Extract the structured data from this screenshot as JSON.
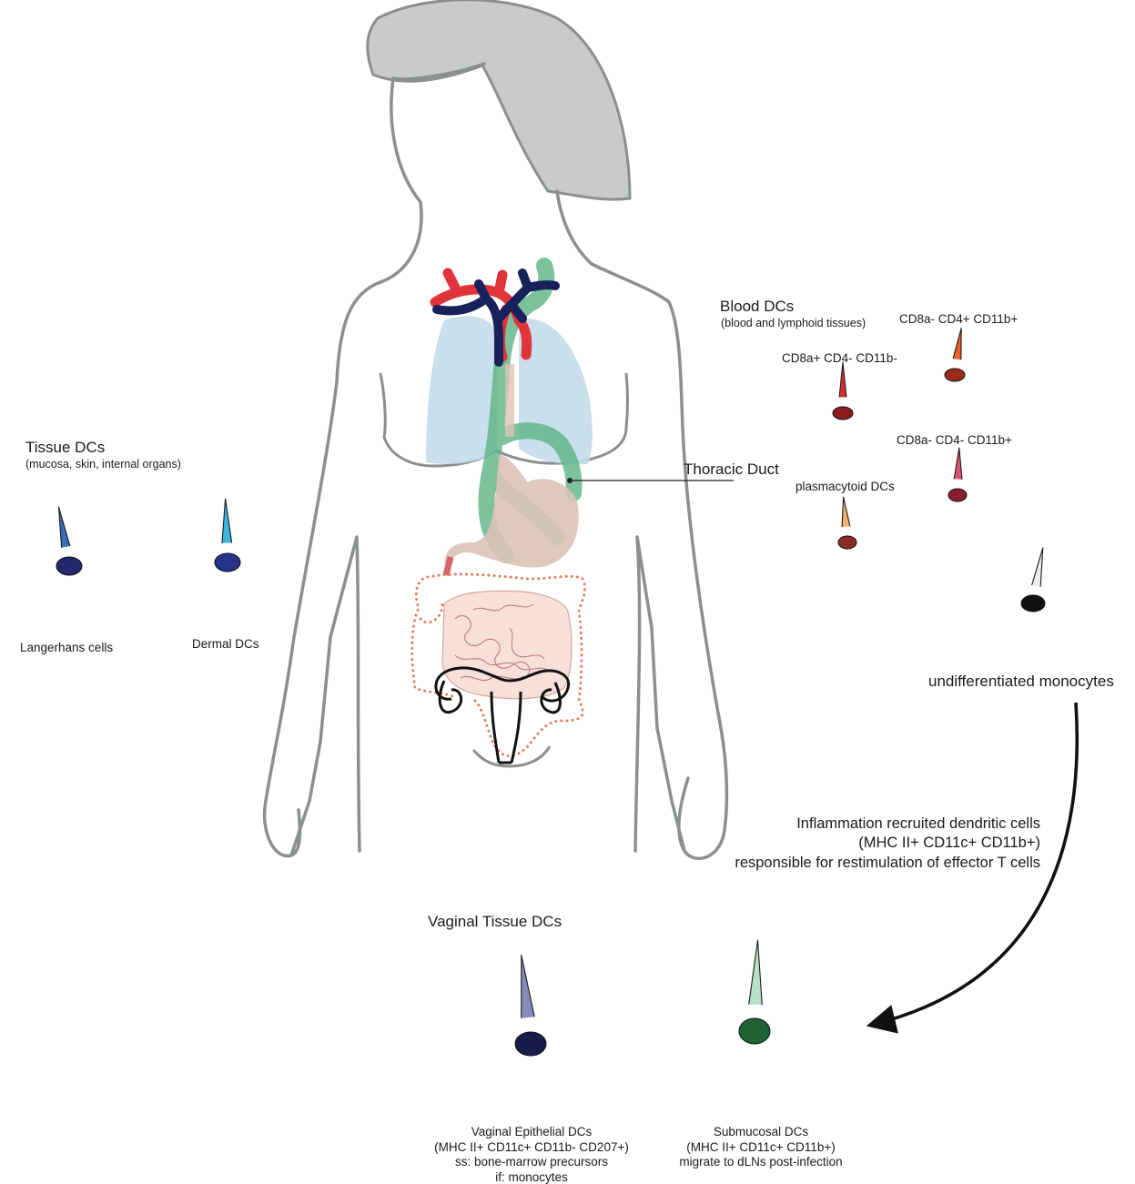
{
  "tissue": {
    "title": "Tissue DCs",
    "subtitle": "(mucosa, skin, internal organs)",
    "cells": {
      "langerhans": {
        "label": "Langerhans cells",
        "color": "#3b6cb4",
        "nucleus": "#23286e"
      },
      "dermal": {
        "label": "Dermal DCs",
        "color": "#3bb7e0",
        "nucleus": "#26318a"
      }
    }
  },
  "blood": {
    "title": "Blood DCs",
    "subtitle": "(blood and lymphoid tissues)",
    "cells": {
      "cd8pos": {
        "label": "CD8a+ CD4- CD11b-",
        "color": "#d62d2d",
        "nucleus": "#8e1b1b"
      },
      "cd4pos": {
        "label": "CD8a- CD4+ CD11b+",
        "color": "#ea6227",
        "nucleus": "#9a2b1b"
      },
      "cd4neg": {
        "label": "CD8a- CD4- CD11b+",
        "color": "#dc5475",
        "nucleus": "#8a1b32"
      },
      "pdc": {
        "label": "plasmacytoid DCs",
        "color": "#f2b56a",
        "nucleus": "#8c2a25"
      }
    }
  },
  "thoracic_duct": {
    "label": "Thoracic Duct",
    "color": "#5fb587"
  },
  "monocytes": {
    "label": "undifferentiated monocytes",
    "color": "#ececec",
    "nucleus": "#111111"
  },
  "inflammation": {
    "lines": [
      "Inflammation recruited dendritic cells",
      "(MHC II+ CD11c+ CD11b+)",
      "responsible for restimulation of effector T cells"
    ]
  },
  "vaginal": {
    "title": "Vaginal Tissue DCs",
    "epithelial": {
      "color": "#8a89bb",
      "nucleus": "#171c48",
      "lines": [
        "Vaginal Epithelial DCs",
        "(MHC II+ CD11c+ CD11b- CD207+)",
        "ss: bone-marrow precursors",
        "if: monocytes"
      ]
    },
    "submucosal": {
      "color": "#b8e0c6",
      "nucleus": "#1f6233",
      "lines": [
        "Submucosal DCs",
        "(MHC II+ CD11c+ CD11b+)",
        "migrate to dLNs post-infection"
      ]
    }
  },
  "colors": {
    "body_outline": "#8b8f8f",
    "hair": "#c9cbc8",
    "lung": "#c3dcea",
    "artery": "#e0343a",
    "vein": "#17215a",
    "stomach": "#dcc3b6",
    "intestine": "#f7e0da",
    "colon_dots": "#e08060"
  }
}
